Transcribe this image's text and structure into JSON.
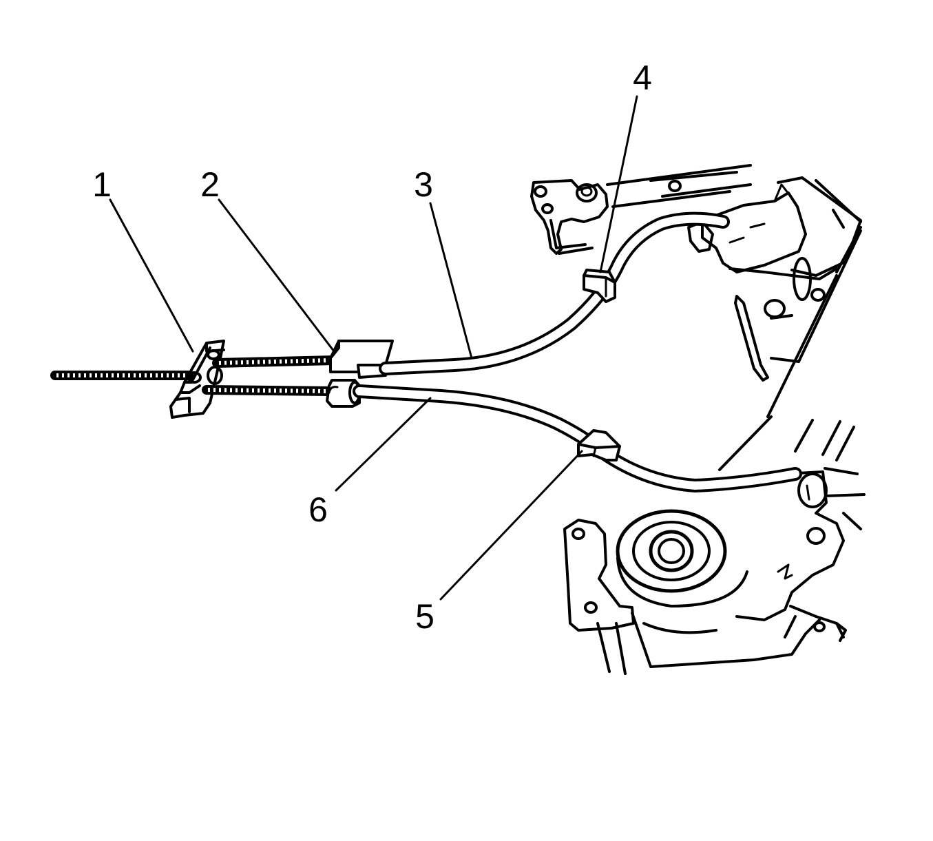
{
  "diagram": {
    "callouts": {
      "c1": "1",
      "c2": "2",
      "c3": "3",
      "c4": "4",
      "c5": "5",
      "c6": "6"
    }
  },
  "colors": {
    "ink": "#000000",
    "paper": "#ffffff"
  }
}
